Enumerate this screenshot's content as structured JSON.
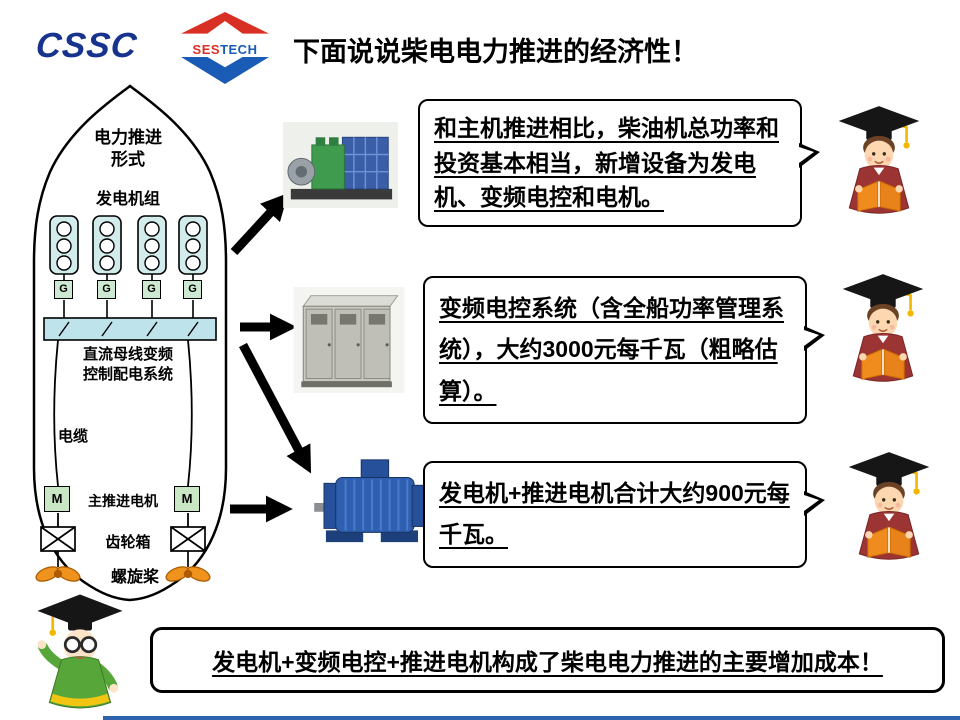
{
  "header": {
    "cssc": "CSSC",
    "sestech_ses": "SES",
    "sestech_tech": "TECH",
    "title": "下面说说柴电电力推进的经济性！"
  },
  "ship": {
    "form_label": "电力推进\n形式",
    "genset_label": "发电机组",
    "generator_letter": "G",
    "bus_label": "直流母线变频\n控制配电系统",
    "cable_label": "电缆",
    "motor_letter": "M",
    "propulsion_motor_label": "主推进电机",
    "gearbox_label": "齿轮箱",
    "propeller_label": "螺旋桨"
  },
  "bubbles": [
    {
      "text": "和主机推进相比，柴油机总功率和投资基本相当，新增设备为发电机、变频电控和电机。"
    },
    {
      "text": "变频电控系统（含全船功率管理系统），大约3000元每千瓦（粗略估算）。"
    },
    {
      "text": "发电机+推进电机合计大约900元每千瓦。"
    }
  ],
  "footer": {
    "text": "发电机+变频电控+推进电机构成了柴电电力推进的主要增加成本！"
  }
}
